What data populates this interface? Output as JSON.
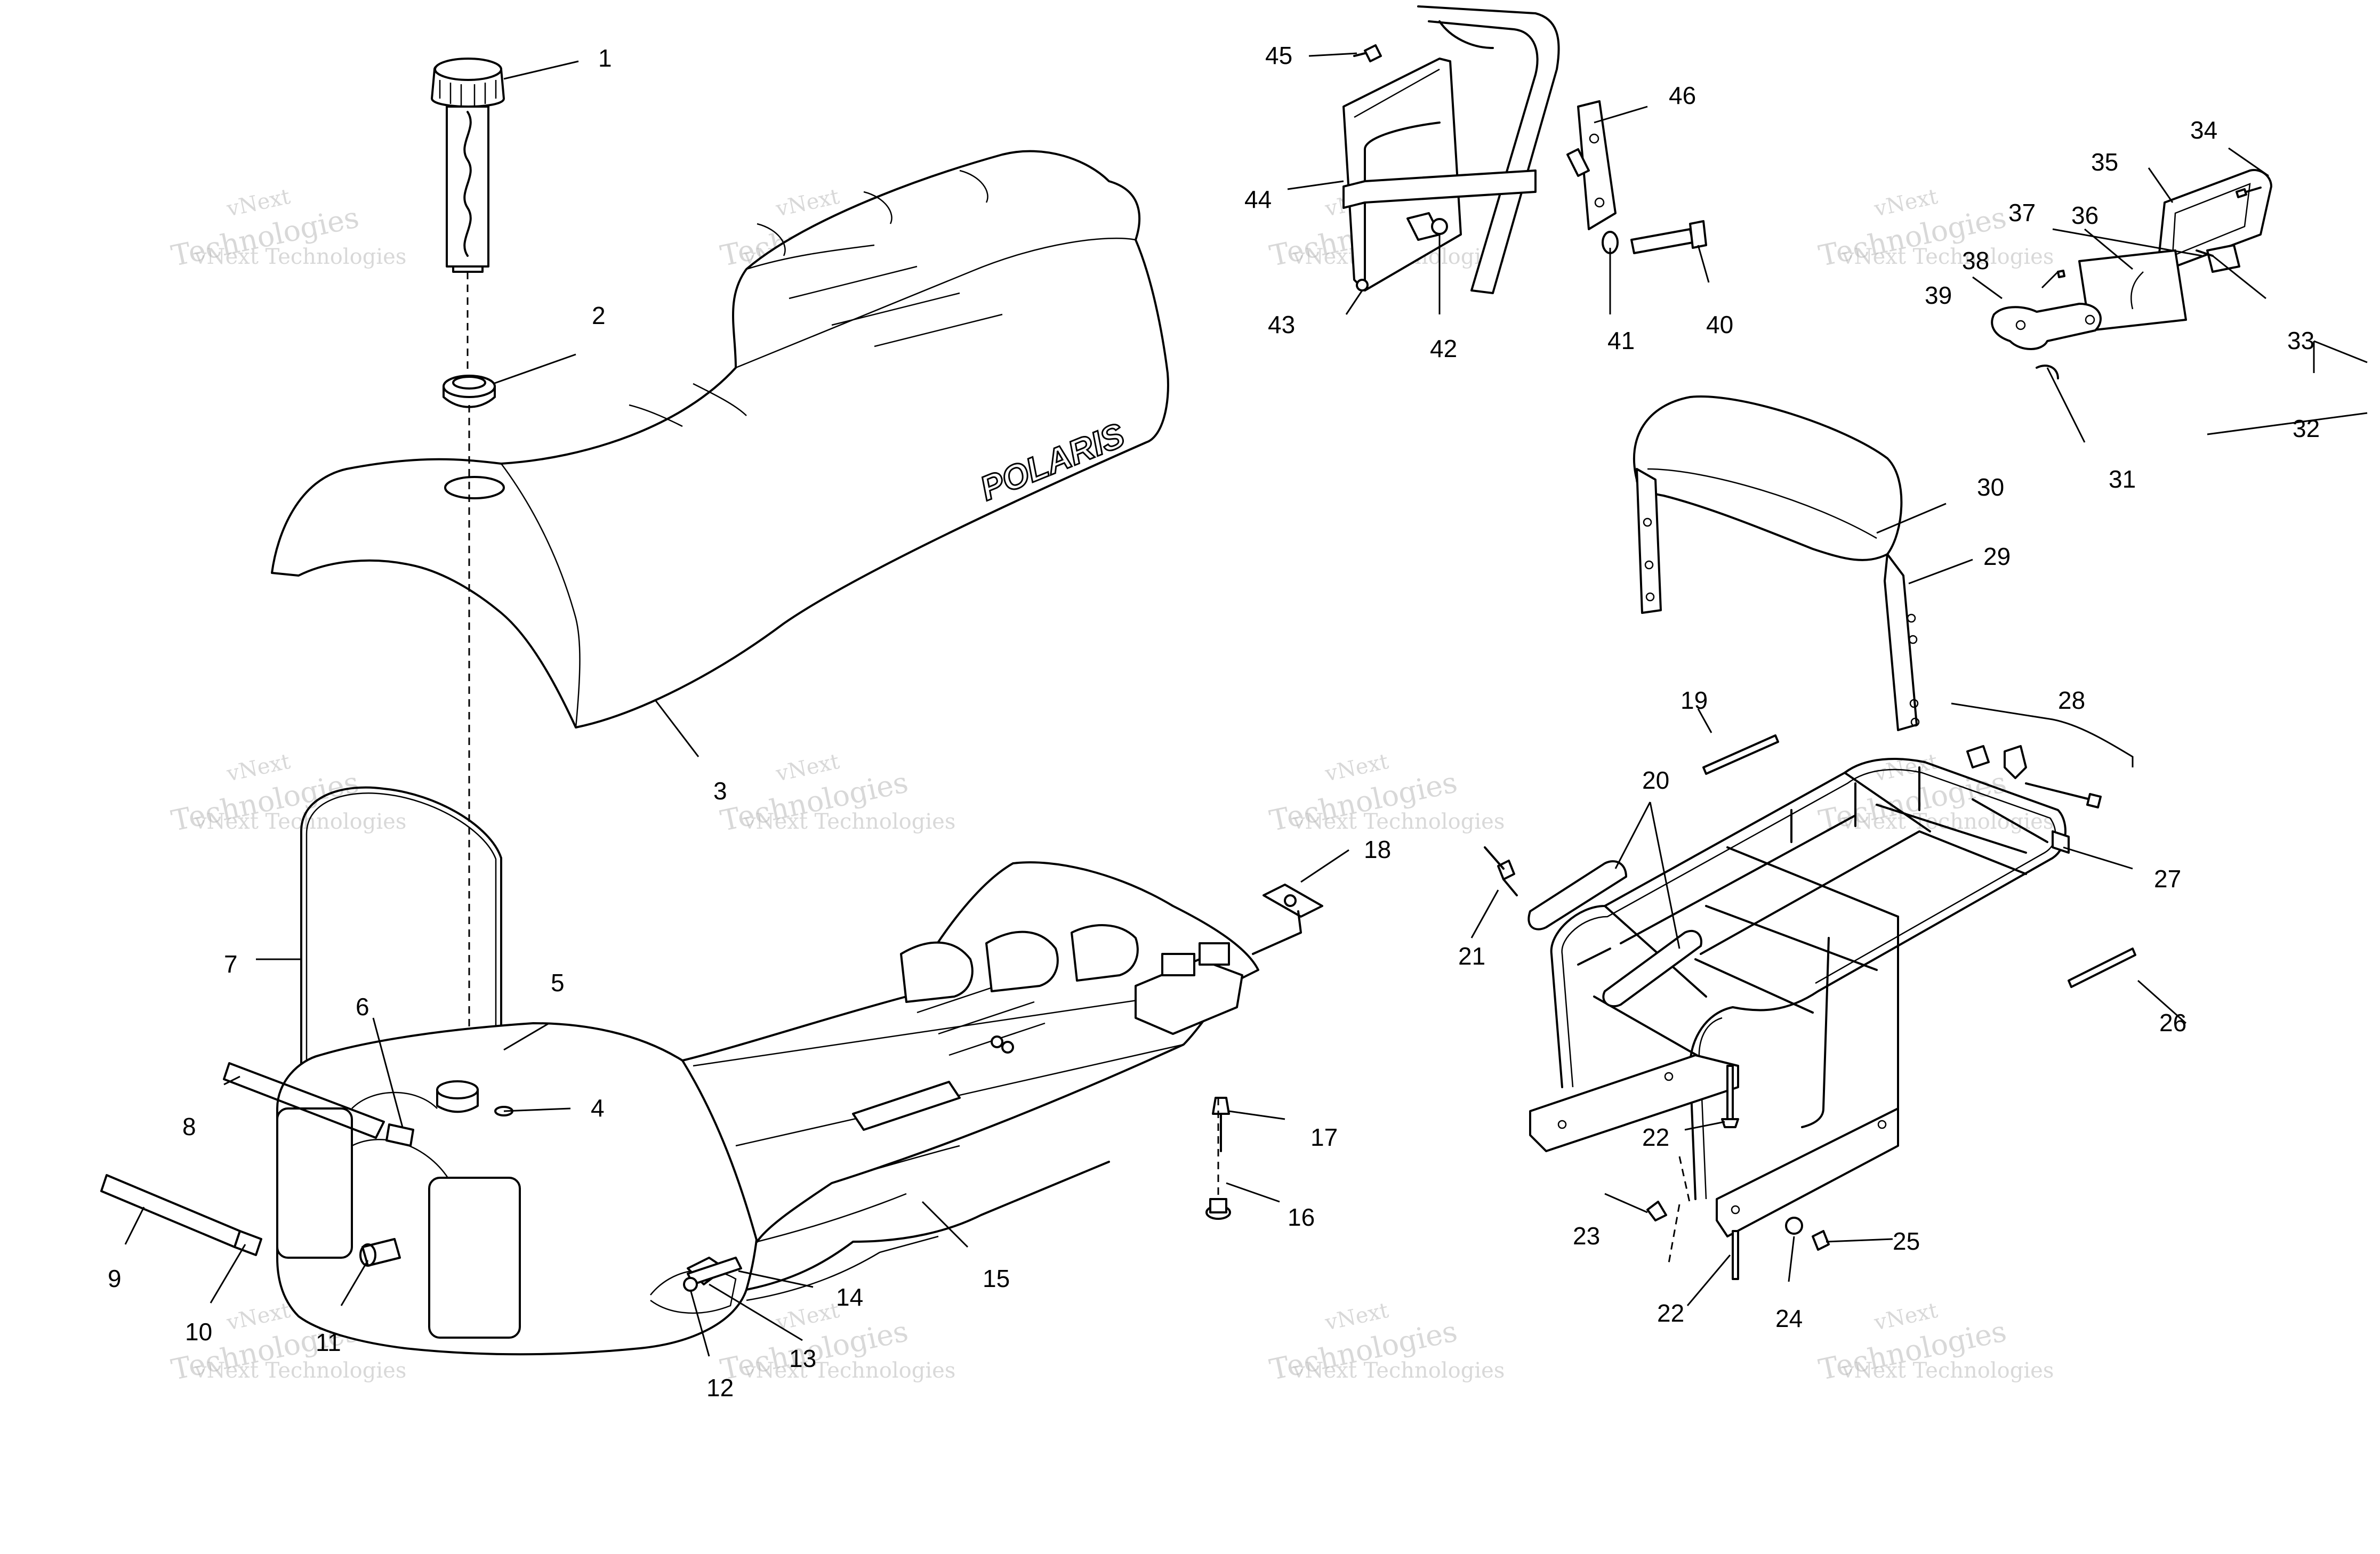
{
  "watermark": {
    "line1": "vNext",
    "line2": "Technologies",
    "line3": "vNext Technologies"
  },
  "seat_logo": "POLARIS",
  "callouts": [
    "1",
    "2",
    "3",
    "4",
    "5",
    "6",
    "7",
    "8",
    "9",
    "10",
    "11",
    "12",
    "13",
    "14",
    "15",
    "16",
    "17",
    "18",
    "19",
    "20",
    "21",
    "22",
    "22",
    "23",
    "24",
    "25",
    "26",
    "27",
    "28",
    "29",
    "30",
    "31",
    "32",
    "33",
    "34",
    "35",
    "36",
    "37",
    "38",
    "39",
    "40",
    "41",
    "42",
    "43",
    "44",
    "45",
    "46"
  ]
}
